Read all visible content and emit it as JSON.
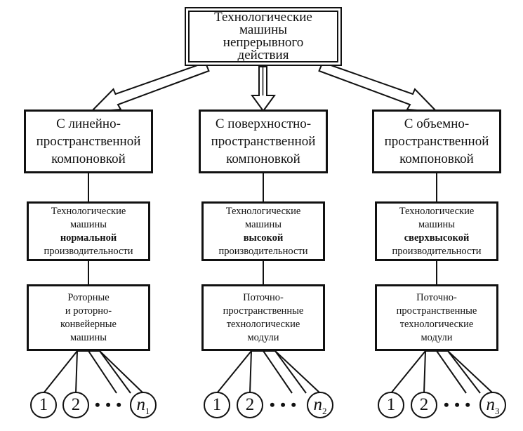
{
  "root": {
    "line1": "Технологические",
    "line2": "машины",
    "line3": "непрерывного",
    "line4": "действия"
  },
  "branches": [
    {
      "layout": [
        "С линейно-",
        "пространственной",
        "компоновкой"
      ],
      "perf": {
        "pre1": "Технологические",
        "pre2": "машины",
        "bold": "нормальной",
        "post": "производительности"
      },
      "kind": [
        "Роторные",
        "и роторно-",
        "конвейерные",
        "машины"
      ],
      "leaves": {
        "first": "1",
        "second": "2",
        "dots": "• • •",
        "last": "n",
        "last_sub": "1"
      }
    },
    {
      "layout": [
        "С поверхностно-",
        "пространственной",
        "компоновкой"
      ],
      "perf": {
        "pre1": "Технологические",
        "pre2": "машины",
        "bold": "высокой",
        "post": "производительности"
      },
      "kind": [
        "Поточно-",
        "пространственные",
        "технологические",
        "модули"
      ],
      "leaves": {
        "first": "1",
        "second": "2",
        "dots": "• • •",
        "last": "n",
        "last_sub": "2"
      }
    },
    {
      "layout": [
        "С объемно-",
        "пространственной",
        "компоновкой"
      ],
      "perf": {
        "pre1": "Технологические",
        "pre2": "машины",
        "bold": "сверхвысокой",
        "post": "производительности"
      },
      "kind": [
        "Поточно-",
        "пространственные",
        "технологические",
        "модули"
      ],
      "leaves": {
        "first": "1",
        "second": "2",
        "dots": "• • •",
        "last": "n",
        "last_sub": "3"
      }
    }
  ]
}
